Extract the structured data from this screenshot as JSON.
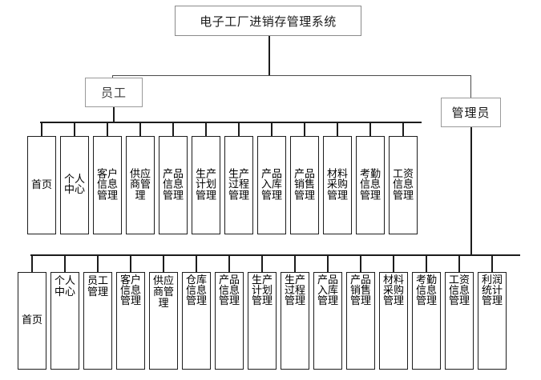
{
  "diagram": {
    "type": "tree",
    "title": "电子工厂进销存管理系统",
    "root": {
      "label": "电子工厂进销存管理系统"
    },
    "roles": [
      {
        "id": "employee",
        "label": "员工"
      },
      {
        "id": "admin",
        "label": "管理员"
      }
    ],
    "employee_menu": [
      {
        "label": "首页"
      },
      {
        "label": "个人中心"
      },
      {
        "label": "客户信息管理"
      },
      {
        "label": "供应商管理"
      },
      {
        "label": "产品信息管理"
      },
      {
        "label": "生产计划管理"
      },
      {
        "label": "生产过程管理"
      },
      {
        "label": "产品入库管理"
      },
      {
        "label": "产品销售管理"
      },
      {
        "label": "材料采购管理"
      },
      {
        "label": "考勤信息管理"
      },
      {
        "label": "工资信息管理"
      }
    ],
    "admin_menu": [
      {
        "label": "首页"
      },
      {
        "label": "个人中心"
      },
      {
        "label": "员工管理"
      },
      {
        "label": "客户信息管理"
      },
      {
        "label": "供应商管理"
      },
      {
        "label": "仓库信息管理"
      },
      {
        "label": "产品信息管理"
      },
      {
        "label": "生产计划管理"
      },
      {
        "label": "生产过程管理"
      },
      {
        "label": "产品入库管理"
      },
      {
        "label": "产品销售管理"
      },
      {
        "label": "材料采购管理"
      },
      {
        "label": "考勤信息管理"
      },
      {
        "label": "工资信息管理"
      },
      {
        "label": "利润统计管理"
      }
    ],
    "colors": {
      "background": "#ffffff",
      "box_border": "#1d1d1d",
      "root_border": "#8a8a8a",
      "connector": "#1c1c1c",
      "text": "#000000"
    }
  }
}
